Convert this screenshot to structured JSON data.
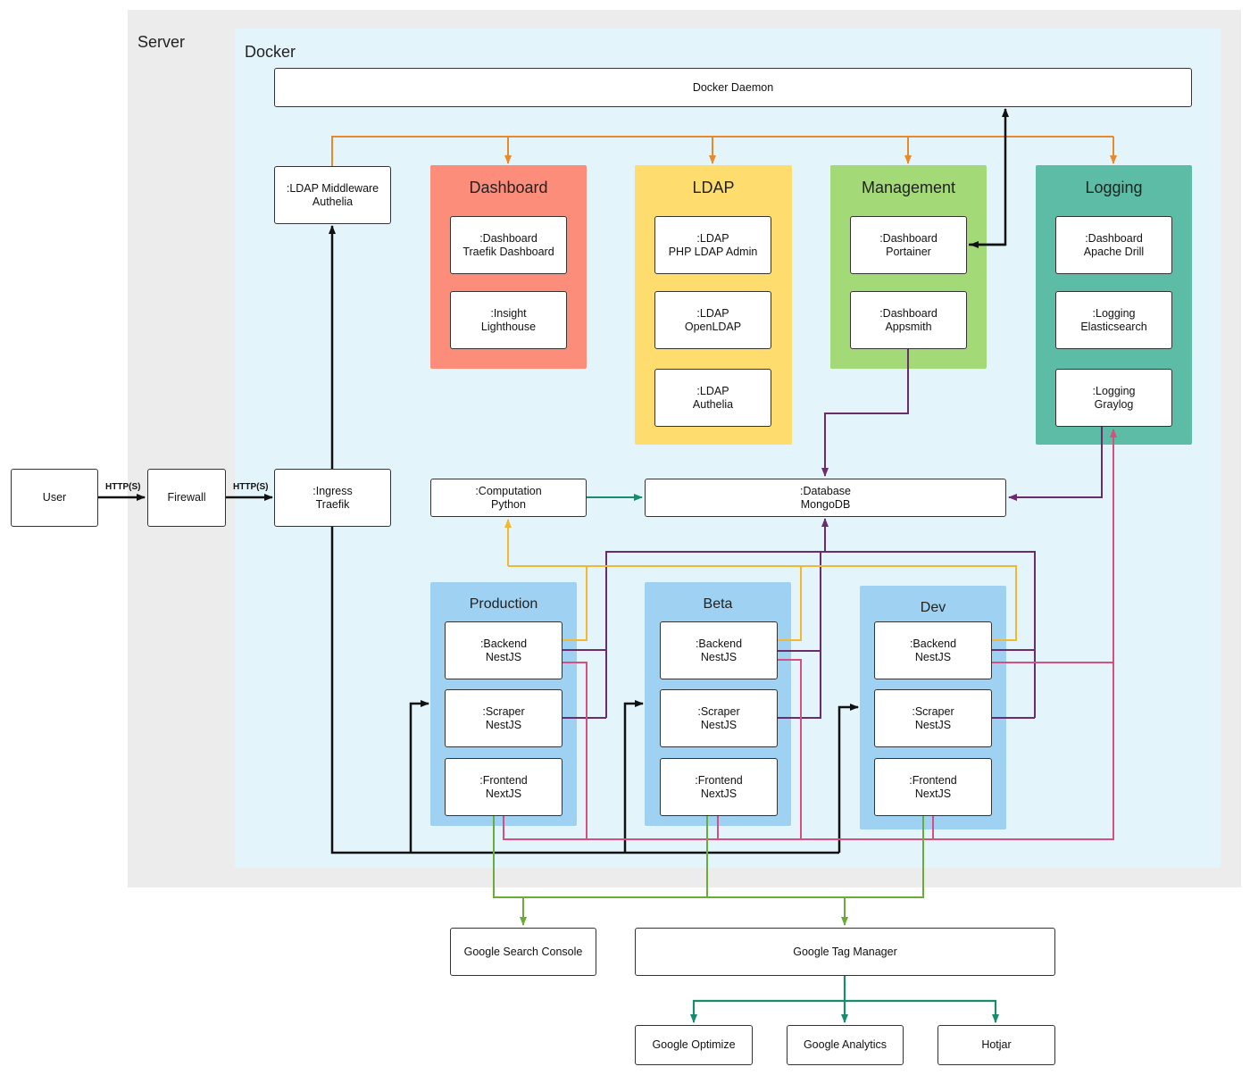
{
  "zones": {
    "server": "Server",
    "docker": "Docker"
  },
  "nodes": {
    "docker_daemon": "Docker Daemon",
    "ldap_middleware": [
      ":LDAP Middleware",
      "Authelia"
    ],
    "user": "User",
    "firewall": "Firewall",
    "ingress": [
      ":Ingress",
      "Traefik"
    ],
    "computation": [
      ":Computation",
      "Python"
    ],
    "database": [
      ":Database",
      "MongoDB"
    ],
    "google_search_console": "Google Search Console",
    "google_tag_manager": "Google Tag Manager",
    "google_optimize": "Google Optimize",
    "google_analytics": "Google Analytics",
    "hotjar": "Hotjar"
  },
  "edge_labels": {
    "user_firewall": "HTTP(S)",
    "firewall_ingress": "HTTP(S)"
  },
  "groups": {
    "dashboard": {
      "title": "Dashboard",
      "color": "#fc8d7b",
      "items": [
        [
          ":Dashboard",
          "Traefik Dashboard"
        ],
        [
          ":Insight",
          "Lighthouse"
        ]
      ]
    },
    "ldap": {
      "title": "LDAP",
      "color": "#fedc6e",
      "items": [
        [
          ":LDAP",
          "PHP LDAP Admin"
        ],
        [
          ":LDAP",
          "OpenLDAP"
        ],
        [
          ":LDAP",
          "Authelia"
        ]
      ]
    },
    "management": {
      "title": "Management",
      "color": "#a3d977",
      "items": [
        [
          ":Dashboard",
          "Portainer"
        ],
        [
          ":Dashboard",
          "Appsmith"
        ]
      ]
    },
    "logging": {
      "title": "Logging",
      "color": "#5dbca6",
      "items": [
        [
          ":Dashboard",
          "Apache Drill"
        ],
        [
          ":Logging",
          "Elasticsearch"
        ],
        [
          ":Logging",
          "Graylog"
        ]
      ]
    },
    "production": {
      "title": "Production",
      "color": "#9fd2f2",
      "items": [
        [
          ":Backend",
          "NestJS"
        ],
        [
          ":Scraper",
          "NestJS"
        ],
        [
          ":Frontend",
          "NextJS"
        ]
      ]
    },
    "beta": {
      "title": "Beta",
      "color": "#9fd2f2",
      "items": [
        [
          ":Backend",
          "NestJS"
        ],
        [
          ":Scraper",
          "NestJS"
        ],
        [
          ":Frontend",
          "NextJS"
        ]
      ]
    },
    "dev": {
      "title": "Dev",
      "color": "#9fd2f2",
      "items": [
        [
          ":Backend",
          "NestJS"
        ],
        [
          ":Scraper",
          "NestJS"
        ],
        [
          ":Frontend",
          "NextJS"
        ]
      ]
    }
  },
  "colors": {
    "server_bg": "#ececec",
    "docker_bg": "#e3f4fb",
    "orange": "#e8892b",
    "purple": "#6b2c6e",
    "yellow": "#f2b830",
    "pink": "#d64f7e",
    "green": "#6aab3a",
    "teal": "#1b8b6e",
    "black": "#111111"
  }
}
